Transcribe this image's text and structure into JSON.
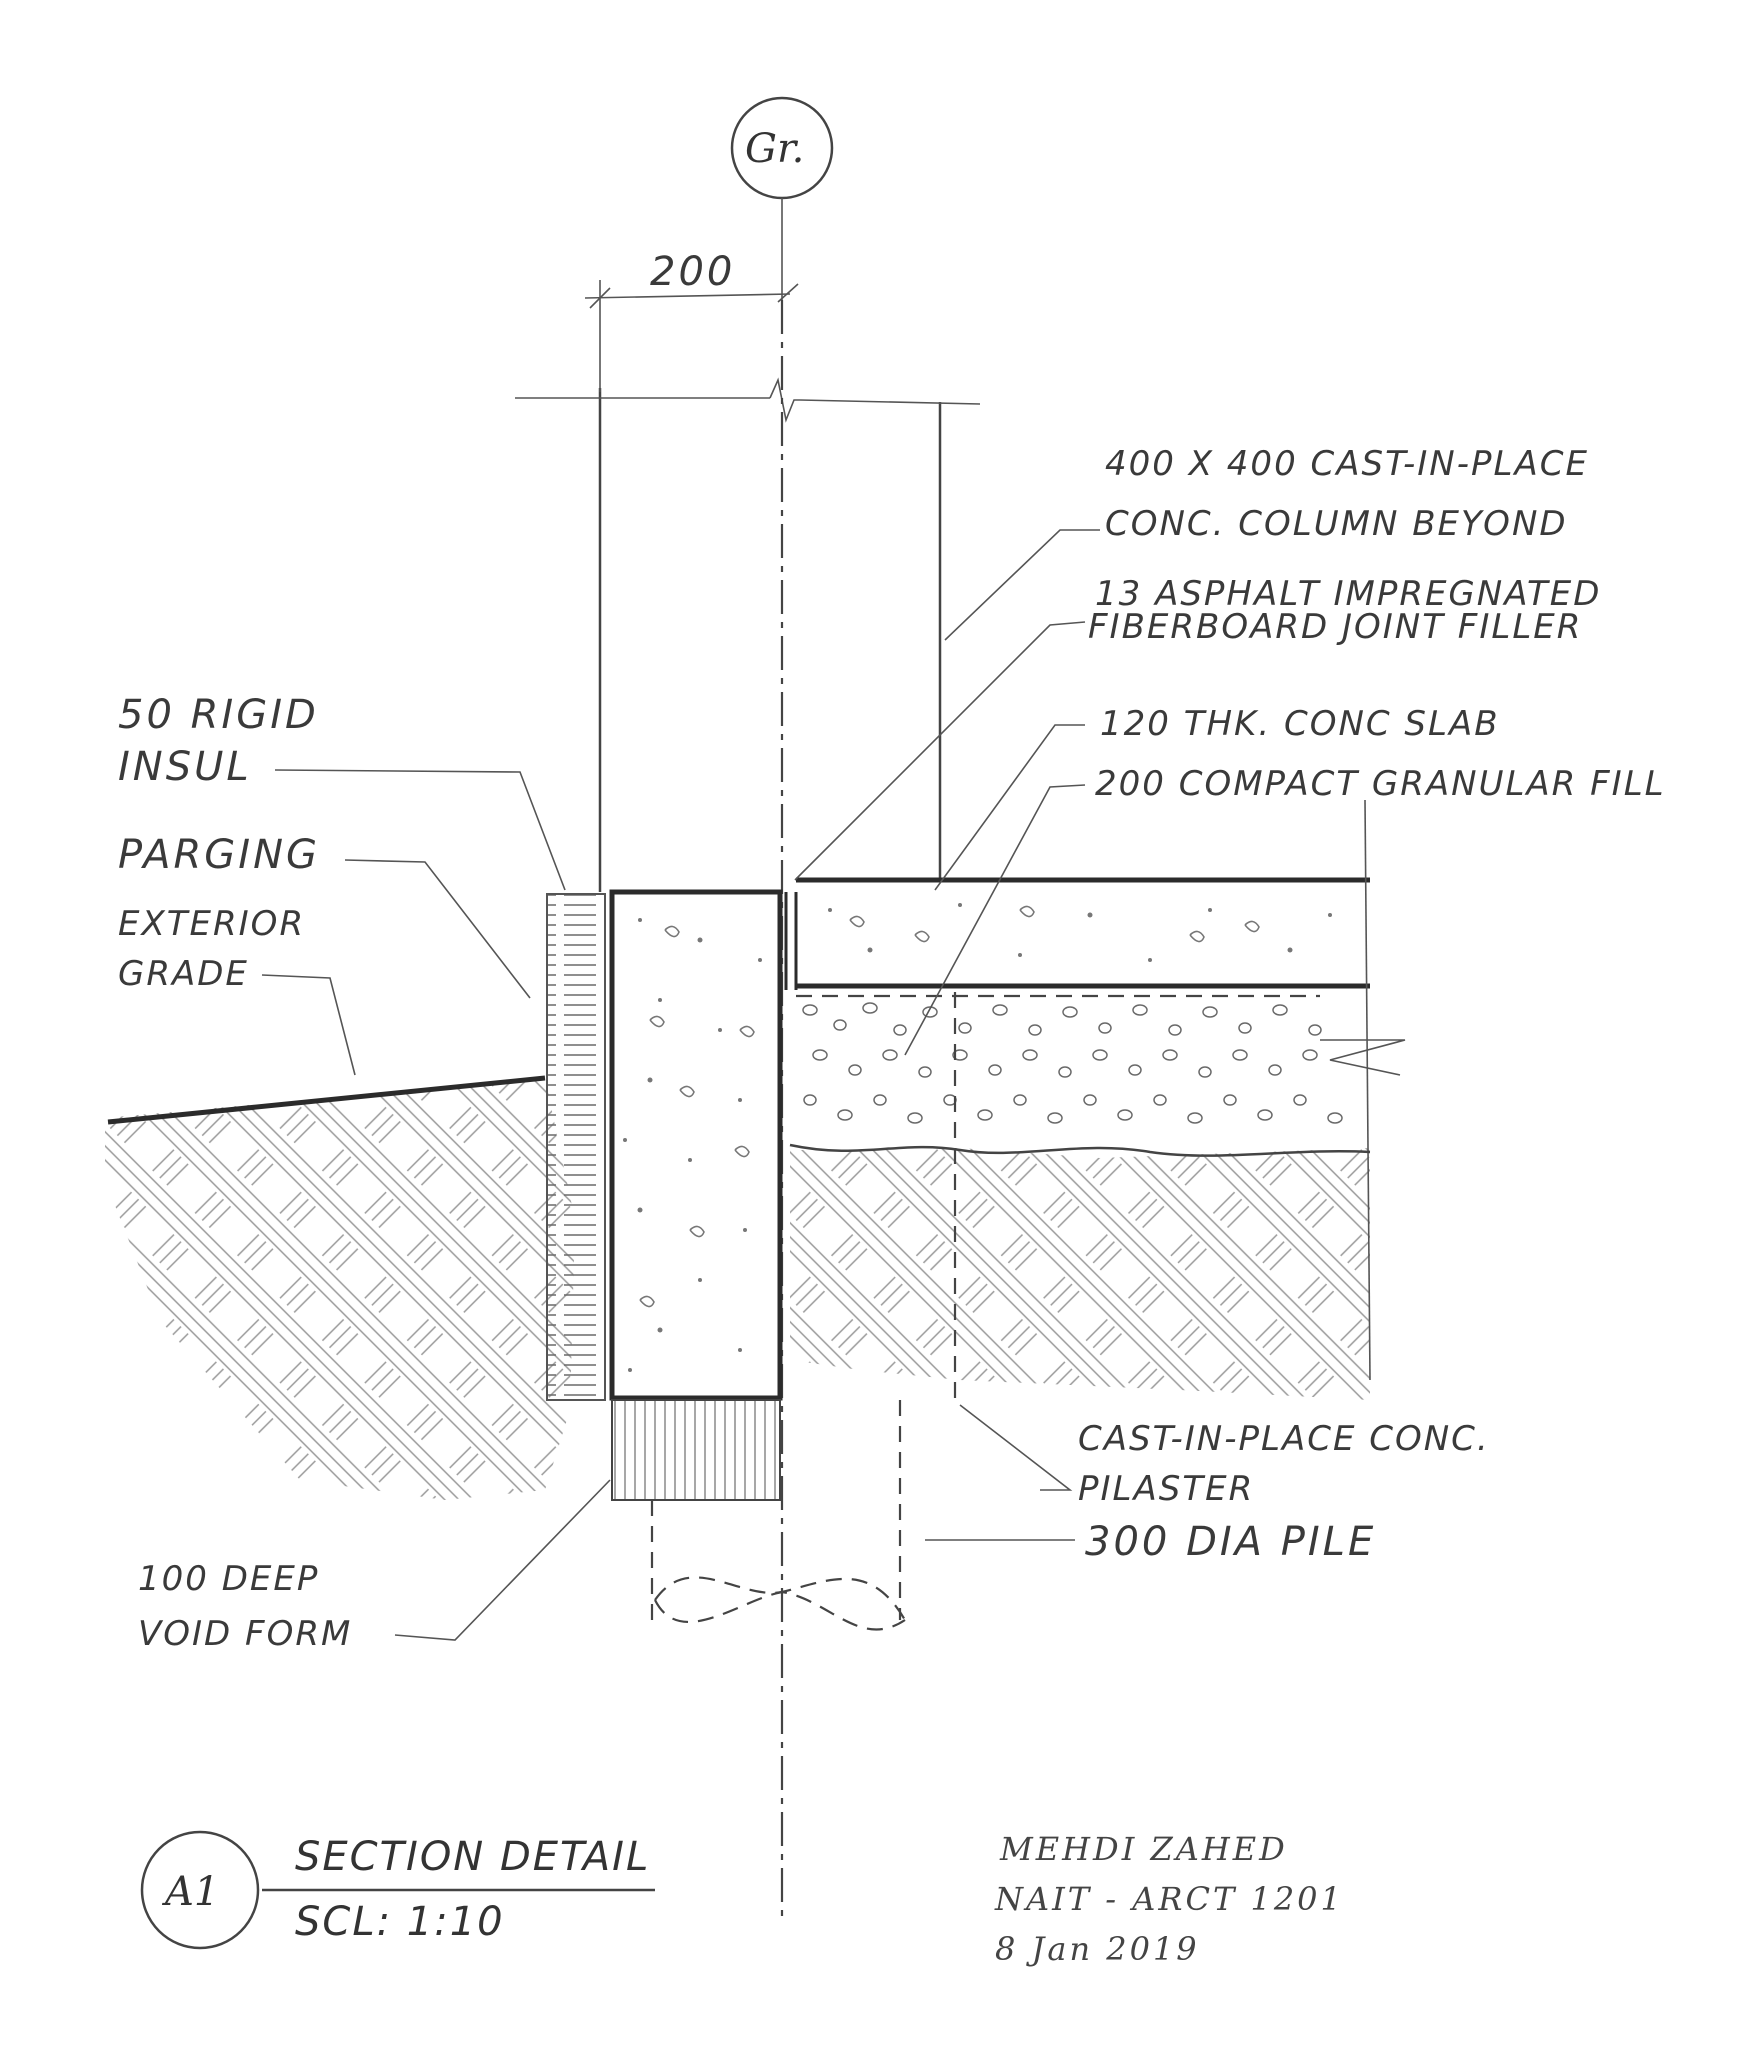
{
  "grid_bubble": {
    "label": "Gr."
  },
  "dimension": {
    "width_label": "200"
  },
  "notes": {
    "column": [
      "400 X 400 CAST-IN-PLACE",
      "CONC. COLUMN BEYOND"
    ],
    "joint_filler": [
      "13 ASPHALT IMPREGNATED",
      "FIBERBOARD JOINT FILLER"
    ],
    "slab": "120 THK. CONC SLAB",
    "granular_fill": "200 COMPACT GRANULAR FILL",
    "rigid_insul": [
      "50 RIGID",
      "INSUL"
    ],
    "parging": "PARGING",
    "exterior_grade": [
      "EXTERIOR",
      "GRADE"
    ],
    "pilaster": [
      "CAST-IN-PLACE CONC.",
      "PILASTER"
    ],
    "pile": "300 DIA PILE",
    "void_form": [
      "100 DEEP",
      "VOID FORM"
    ]
  },
  "title_block": {
    "detail_bubble": "A1",
    "title": "SECTION DETAIL",
    "scale": "SCL: 1:10"
  },
  "signature": {
    "name": "MEHDI ZAHED",
    "course": "NAIT - ARCT 1201",
    "date": "8 Jan 2019"
  }
}
